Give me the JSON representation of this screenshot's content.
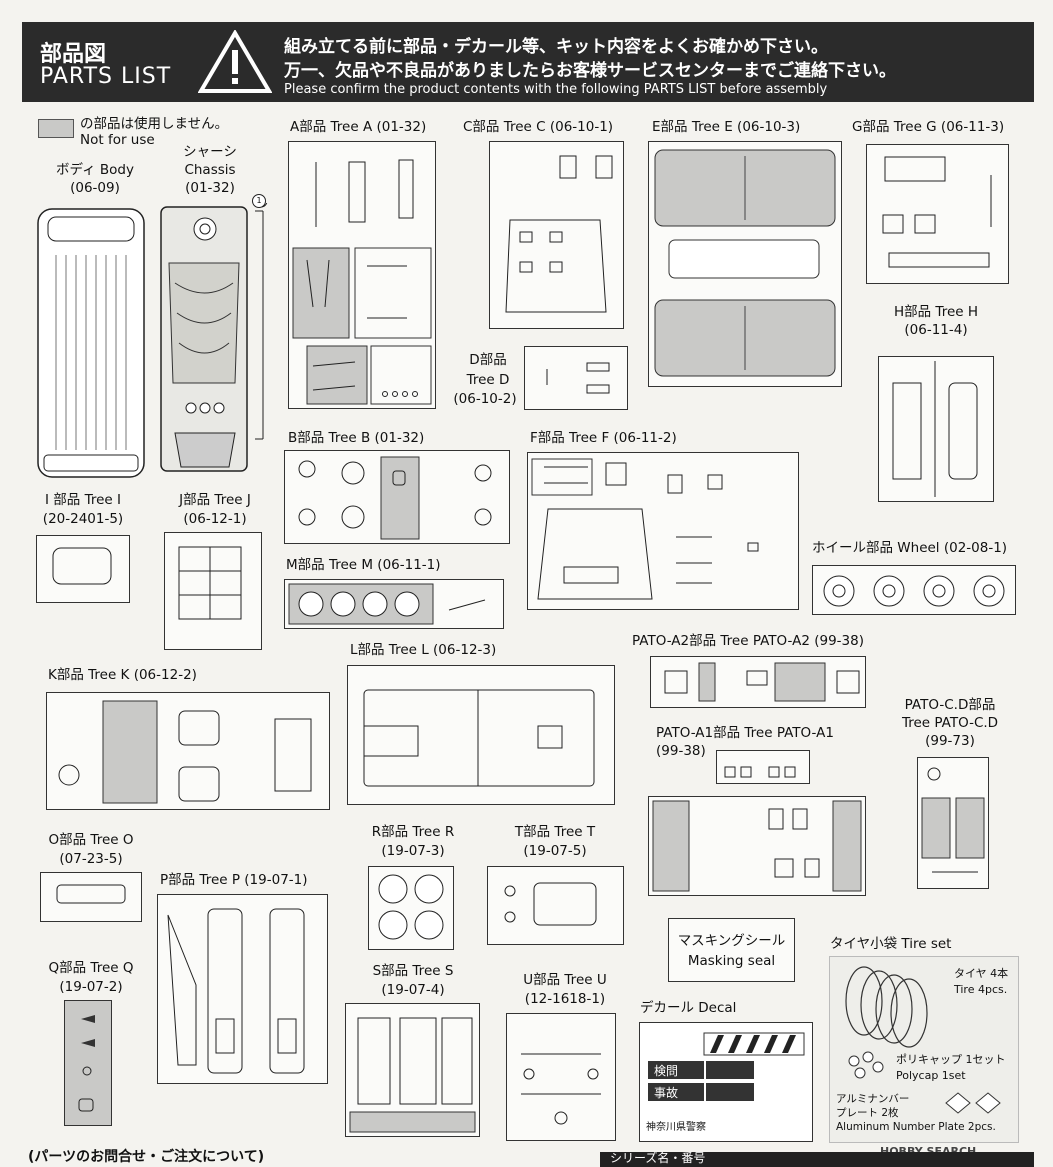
{
  "header": {
    "title_jp": "部品図",
    "title_en": "PARTS LIST",
    "warning_jp_1": "組み立てる前に部品・デカール等、キット内容をよくお確かめ下さい。",
    "warning_jp_2": "万一、欠品や不良品がありましたらお客様サービスセンターまでご連絡下さい。",
    "warning_en": "Please confirm the product contents with the following PARTS LIST before assembly"
  },
  "legend": {
    "jp": "の部品は使用しません。",
    "en": "Not for use"
  },
  "parts": {
    "body": {
      "label": "ボディ Body",
      "code": "(06-09)"
    },
    "chassis": {
      "label1": "シャーシ",
      "label2": "Chassis",
      "code": "(01-32)"
    },
    "treeA": {
      "label": "A部品 Tree A (01-32)"
    },
    "treeC": {
      "label": "C部品 Tree C (06-10-1)"
    },
    "treeE": {
      "label": "E部品 Tree E (06-10-3)"
    },
    "treeG": {
      "label": "G部品 Tree G (06-11-3)"
    },
    "treeD": {
      "label1": "D部品",
      "label2": "Tree D",
      "code": "(06-10-2)"
    },
    "treeH": {
      "label": "H部品 Tree H",
      "code": "(06-11-4)"
    },
    "treeB": {
      "label": "B部品 Tree B (01-32)"
    },
    "treeF": {
      "label": "F部品 Tree F (06-11-2)"
    },
    "treeI": {
      "label": "I 部品 Tree I",
      "code": "(20-2401-5)"
    },
    "treeJ": {
      "label": "J部品 Tree J",
      "code": "(06-12-1)"
    },
    "treeM": {
      "label": "M部品 Tree M (06-11-1)"
    },
    "wheel": {
      "label": "ホイール部品 Wheel (02-08-1)"
    },
    "treeL": {
      "label": "L部品 Tree L (06-12-3)"
    },
    "pato_a2": {
      "label": "PATO-A2部品 Tree PATO-A2 (99-38)"
    },
    "treeK": {
      "label": "K部品 Tree K (06-12-2)"
    },
    "pato_a1": {
      "label": "PATO-A1部品 Tree PATO-A1",
      "code": "(99-38)"
    },
    "pato_cd": {
      "label1": "PATO-C.D部品",
      "label2": "Tree PATO-C.D",
      "code": "(99-73)"
    },
    "treeO": {
      "label": "O部品 Tree O",
      "code": "(07-23-5)"
    },
    "treeR": {
      "label": "R部品 Tree R",
      "code": "(19-07-3)"
    },
    "treeT": {
      "label": "T部品 Tree T",
      "code": "(19-07-5)"
    },
    "treeP": {
      "label": "P部品 Tree P (19-07-1)"
    },
    "treeQ": {
      "label": "Q部品 Tree Q",
      "code": "(19-07-2)"
    },
    "treeS": {
      "label": "S部品 Tree S",
      "code": "(19-07-4)"
    },
    "treeU": {
      "label": "U部品 Tree U",
      "code": "(12-1618-1)"
    }
  },
  "masking": {
    "jp": "マスキングシール",
    "en": "Masking seal"
  },
  "decal": {
    "label": "デカール Decal",
    "texts": [
      "検問",
      "事故",
      "神奈川県警察"
    ]
  },
  "tireset": {
    "label": "タイヤ小袋 Tire set",
    "tire_jp": "タイヤ 4本",
    "tire_en": "Tire 4pcs.",
    "polycap_jp": "ポリキャップ 1セット",
    "polycap_en": "Polycap 1set",
    "plate_jp1": "アルミナンバー",
    "plate_jp2": "プレート 2枚",
    "plate_en": "Aluminum Number Plate 2pcs."
  },
  "watermark": "HOBBY SEARCH",
  "footer": {
    "left": "(パーツのお問合せ・ご注文について)",
    "right": "シリーズ名・番号"
  }
}
